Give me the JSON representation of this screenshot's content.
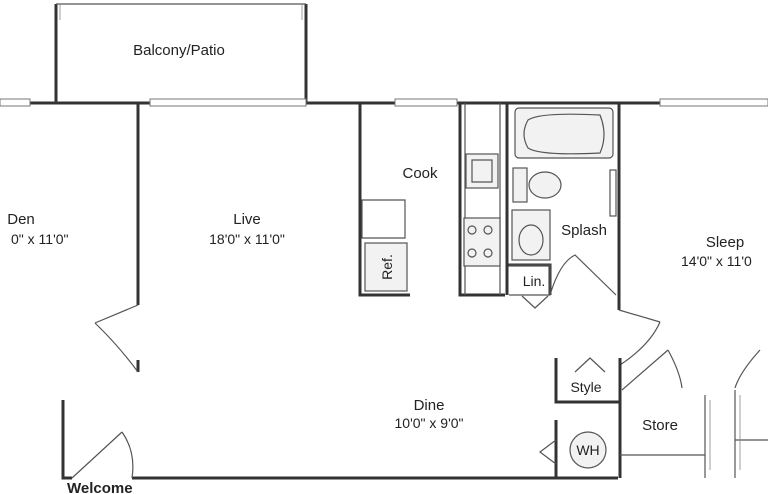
{
  "rooms": {
    "balcony": {
      "name": "Balcony/Patio"
    },
    "den": {
      "name": "Den",
      "dims": "0\" x 11'0\""
    },
    "live": {
      "name": "Live",
      "dims": "18'0\" x 11'0\""
    },
    "cook": {
      "name": "Cook"
    },
    "splash": {
      "name": "Splash"
    },
    "sleep": {
      "name": "Sleep",
      "dims": "14'0\" x 11'0"
    },
    "dine": {
      "name": "Dine",
      "dims": "10'0\" x 9'0\""
    },
    "lin": {
      "name": "Lin."
    },
    "style": {
      "name": "Style"
    },
    "store": {
      "name": "Store"
    },
    "welcome": {
      "name": "Welcome"
    }
  },
  "fixtures": {
    "ref": "Ref.",
    "wh": "WH"
  }
}
